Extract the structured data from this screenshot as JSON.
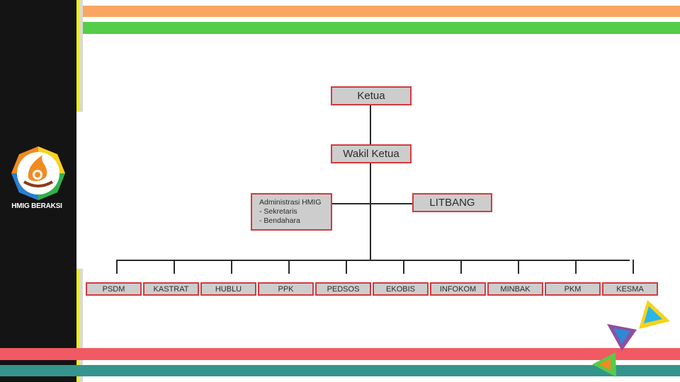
{
  "logo": {
    "text": "HMIG BERAKSI"
  },
  "org_chart": {
    "top": "Ketua",
    "deputy": "Wakil Ketua",
    "admin": {
      "title": "Administrasi HMIG",
      "items": [
        "- Sekretaris",
        "- Bendahara"
      ]
    },
    "side": "LITBANG",
    "divisions": [
      "PSDM",
      "KASTRAT",
      "HUBLU",
      "PPK",
      "PEDSOS",
      "EKOBIS",
      "INFOKOM",
      "MINBAK",
      "PKM",
      "KESMA"
    ]
  },
  "colors": {
    "stripe_orange": "#f9a662",
    "stripe_green": "#55cc4a",
    "stripe_red": "#f15a62",
    "stripe_teal": "#35948e",
    "sidebar": "#141414",
    "accent_yellow": "#f2ef1f",
    "box_fill": "#cdcdcd",
    "box_border": "#d23b3f"
  }
}
